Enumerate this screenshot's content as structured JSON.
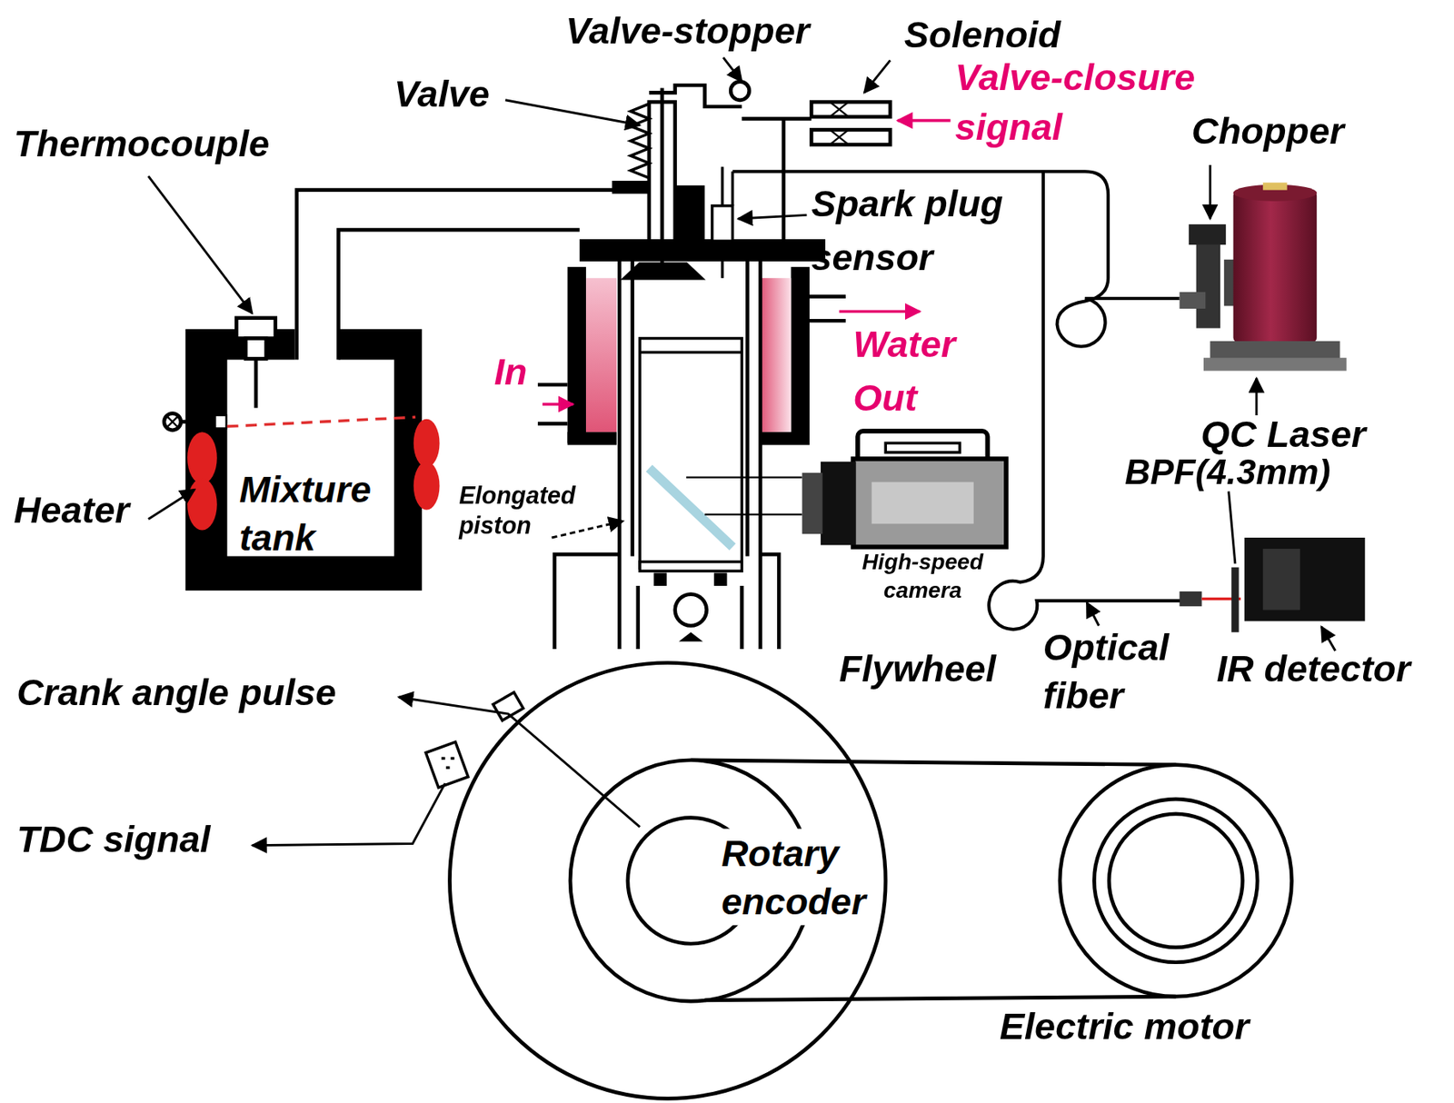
{
  "diagram": {
    "nodes": [
      {
        "text": [
          "Mixture tank"
        ]
      },
      {
        "text": [
          "Rotary encoder"
        ]
      }
    ],
    "labels": [
      "Valve-stopper",
      "Solenoid",
      "Valve-closure signal",
      "Valve",
      "Thermocouple",
      "Spark plug sensor",
      "Chopper",
      "In",
      "Water Out",
      "QC Laser",
      "BPF(4.3mm)",
      "Heater",
      "Elongated piston",
      "High-speed camera",
      "Flywheel",
      "Optical fiber",
      "IR detector",
      "Crank angle pulse",
      "TDC signal",
      "Electric motor"
    ]
  }
}
